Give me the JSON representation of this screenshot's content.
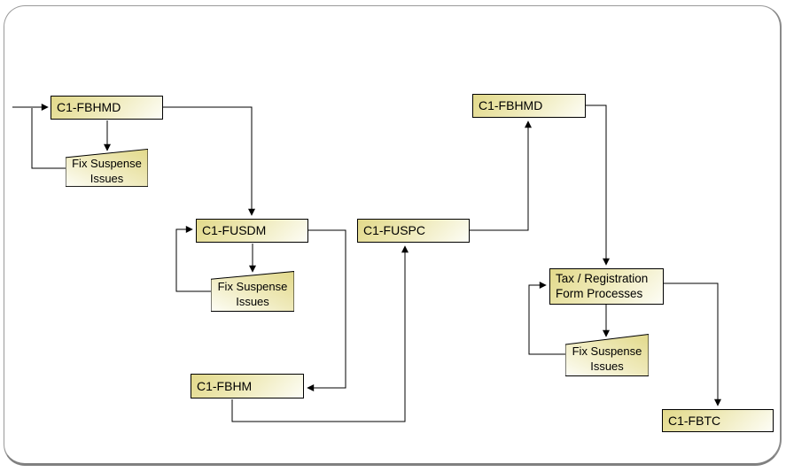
{
  "diagram": {
    "type": "flowchart",
    "nodes": {
      "fbhmd1": {
        "label": "C1-FBHMD",
        "shape": "process"
      },
      "fix1": {
        "label": "Fix Suspense Issues",
        "shape": "manual-operation"
      },
      "fusdm": {
        "label": "C1-FUSDM",
        "shape": "process"
      },
      "fix2": {
        "label": "Fix Suspense Issues",
        "shape": "manual-operation"
      },
      "fuspc": {
        "label": "C1-FUSPC",
        "shape": "process"
      },
      "fbhmd2": {
        "label": "C1-FBHMD",
        "shape": "process"
      },
      "tax": {
        "label": "Tax / Registration Form Processes",
        "shape": "process"
      },
      "fix3": {
        "label": "Fix Suspense Issues",
        "shape": "manual-operation"
      },
      "fbhm": {
        "label": "C1-FBHM",
        "shape": "process"
      },
      "fbtc": {
        "label": "C1-FBTC",
        "shape": "process"
      }
    },
    "edges": [
      {
        "from": "start",
        "to": "fbhmd1"
      },
      {
        "from": "fbhmd1",
        "to": "fix1"
      },
      {
        "from": "fix1",
        "to": "fbhmd1"
      },
      {
        "from": "fbhmd1",
        "to": "fusdm"
      },
      {
        "from": "fusdm",
        "to": "fix2"
      },
      {
        "from": "fix2",
        "to": "fusdm"
      },
      {
        "from": "fusdm",
        "to": "fbhm"
      },
      {
        "from": "fbhm",
        "to": "fuspc"
      },
      {
        "from": "fuspc",
        "to": "fbhmd2"
      },
      {
        "from": "fbhmd2",
        "to": "tax"
      },
      {
        "from": "tax",
        "to": "fix3"
      },
      {
        "from": "fix3",
        "to": "tax"
      },
      {
        "from": "tax",
        "to": "fbtc"
      }
    ],
    "colors": {
      "node_fill_top": "#e2d98a",
      "node_fill_bottom": "#ffffff",
      "node_border": "#000000",
      "connector": "#000000",
      "canvas_border": "#808080",
      "background": "#ffffff"
    }
  }
}
